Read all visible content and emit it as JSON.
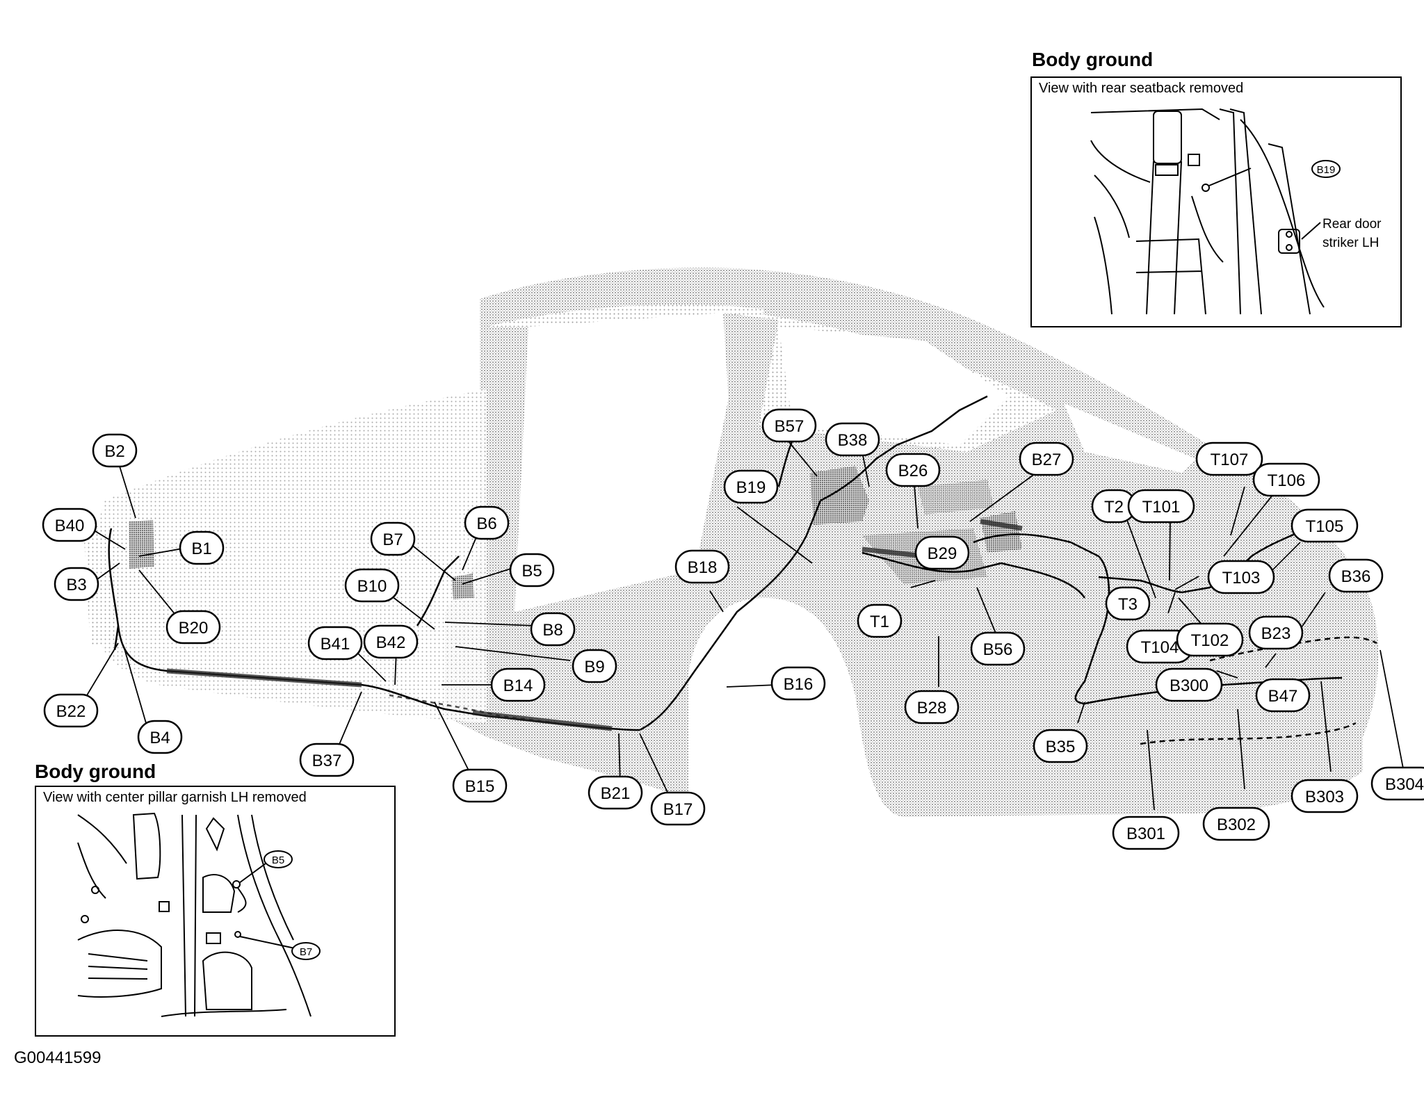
{
  "figure_id": "G00441599",
  "inset_top_right": {
    "heading": "Body ground",
    "caption": "View with rear seatback removed",
    "callout": "B19",
    "note_line1": "Rear door",
    "note_line2": "striker LH"
  },
  "inset_bottom_left": {
    "heading": "Body ground",
    "caption": "View with center pillar garnish LH removed",
    "callout_1": "B5",
    "callout_2": "B7"
  },
  "callouts": [
    {
      "id": "B2"
    },
    {
      "id": "B40"
    },
    {
      "id": "B1"
    },
    {
      "id": "B3"
    },
    {
      "id": "B20"
    },
    {
      "id": "B22"
    },
    {
      "id": "B4"
    },
    {
      "id": "B7"
    },
    {
      "id": "B6"
    },
    {
      "id": "B5"
    },
    {
      "id": "B10"
    },
    {
      "id": "B8"
    },
    {
      "id": "B9"
    },
    {
      "id": "B41"
    },
    {
      "id": "B42"
    },
    {
      "id": "B14"
    },
    {
      "id": "B37"
    },
    {
      "id": "B15"
    },
    {
      "id": "B19"
    },
    {
      "id": "B18"
    },
    {
      "id": "B16"
    },
    {
      "id": "B21"
    },
    {
      "id": "B17"
    },
    {
      "id": "B57"
    },
    {
      "id": "B38"
    },
    {
      "id": "B26"
    },
    {
      "id": "B29"
    },
    {
      "id": "B27"
    },
    {
      "id": "T1"
    },
    {
      "id": "B56"
    },
    {
      "id": "B28"
    },
    {
      "id": "B35"
    },
    {
      "id": "T2"
    },
    {
      "id": "T101"
    },
    {
      "id": "T107"
    },
    {
      "id": "T106"
    },
    {
      "id": "T105"
    },
    {
      "id": "T103"
    },
    {
      "id": "T3"
    },
    {
      "id": "T104"
    },
    {
      "id": "T102"
    },
    {
      "id": "B36"
    },
    {
      "id": "B23"
    },
    {
      "id": "B300"
    },
    {
      "id": "B47"
    },
    {
      "id": "B301"
    },
    {
      "id": "B302"
    },
    {
      "id": "B303"
    },
    {
      "id": "B304"
    }
  ]
}
